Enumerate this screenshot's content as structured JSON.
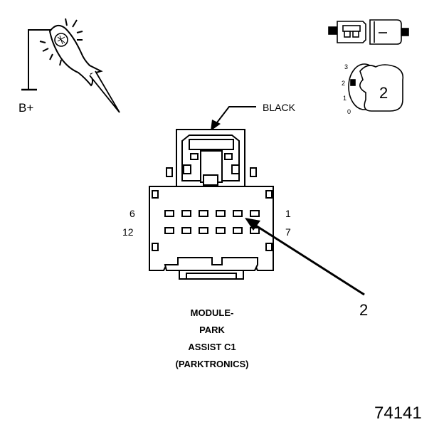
{
  "probe": {
    "label": "B+"
  },
  "connector": {
    "color_label": "BLACK",
    "pin_labels": {
      "top_left": "6",
      "top_right": "1",
      "bottom_left": "12",
      "bottom_right": "7"
    }
  },
  "callout": {
    "number": "2"
  },
  "legend": {
    "positions": [
      "3",
      "2",
      "1",
      "0"
    ],
    "key_number": "2"
  },
  "caption": {
    "lines": [
      "MODULE-",
      "PARK",
      "ASSIST C1",
      "(PARKTRONICS)"
    ]
  },
  "figure_number": "74141",
  "colors": {
    "ink": "#000000",
    "background": "#ffffff"
  }
}
